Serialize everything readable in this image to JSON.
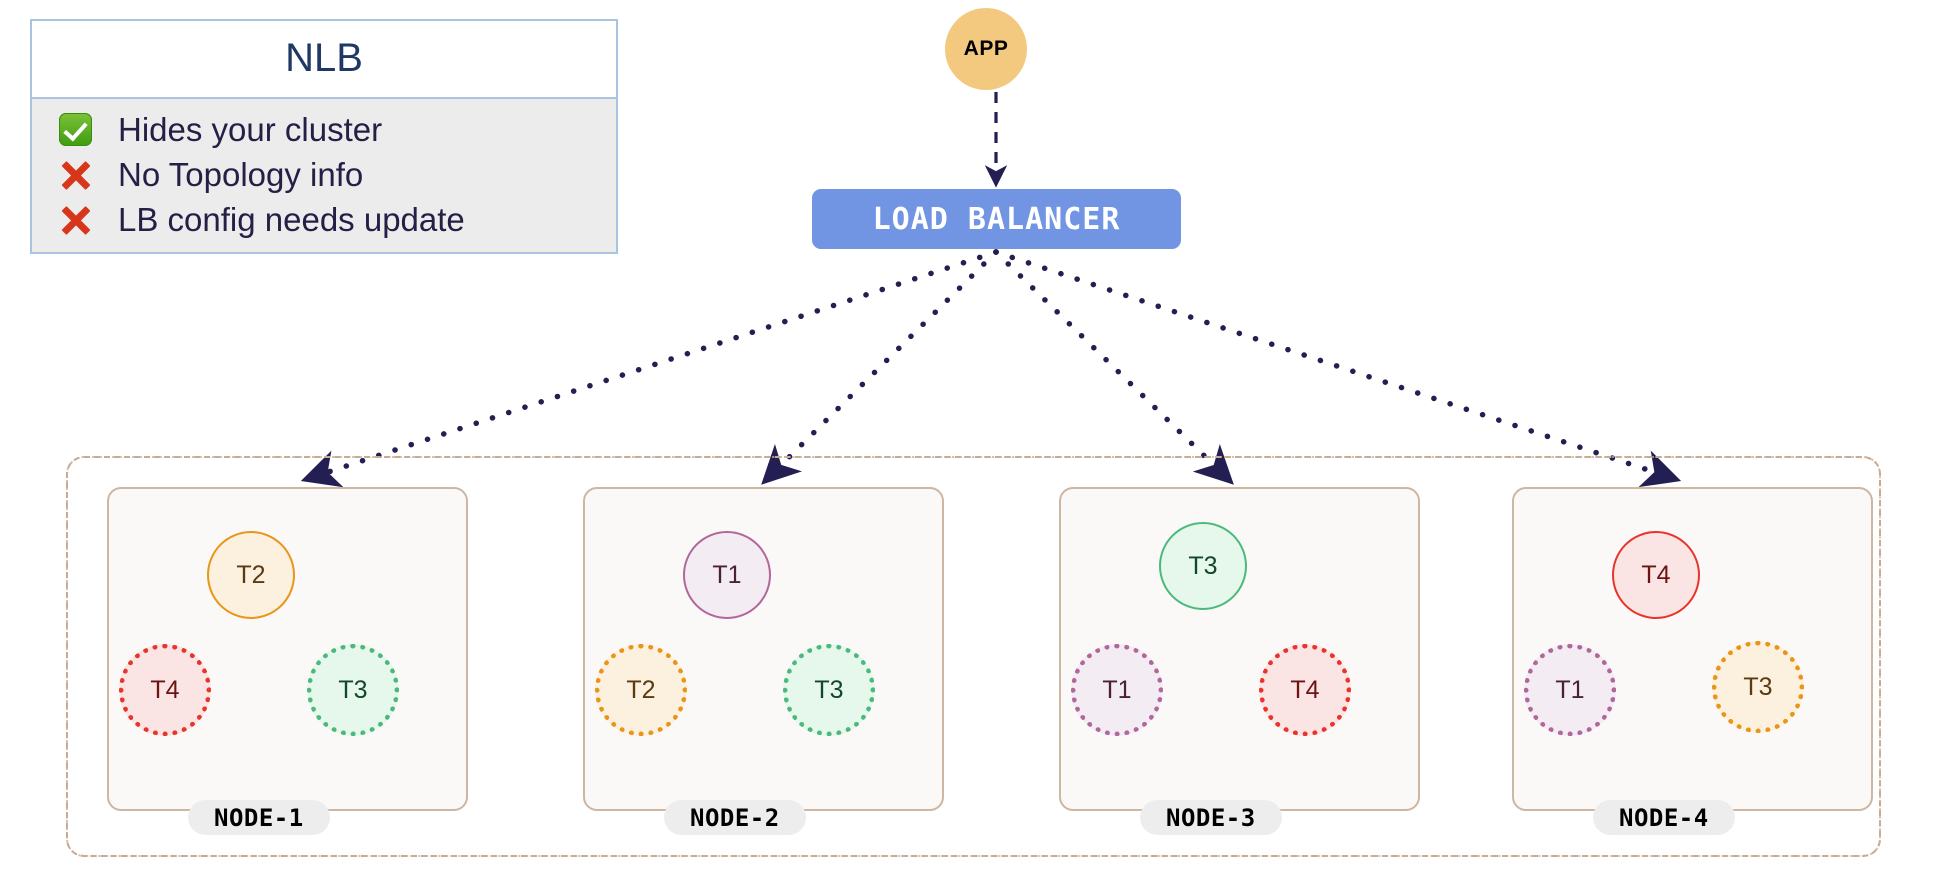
{
  "legend": {
    "title": "NLB",
    "items": [
      {
        "icon": "check-icon",
        "status": "positive",
        "label": "Hides your cluster"
      },
      {
        "icon": "cross-icon",
        "status": "negative",
        "label": "No Topology info"
      },
      {
        "icon": "cross-icon",
        "status": "negative",
        "label": "LB config needs update"
      }
    ]
  },
  "app": {
    "label": "APP"
  },
  "load_balancer": {
    "label": "LOAD  BALANCER"
  },
  "cluster": {
    "nodes": [
      {
        "badge": "NODE-1",
        "primary": {
          "label": "T2",
          "color": "orange"
        },
        "replicas": [
          {
            "label": "T4",
            "color": "red"
          },
          {
            "label": "T3",
            "color": "green"
          }
        ]
      },
      {
        "badge": "NODE-2",
        "primary": {
          "label": "T1",
          "color": "purple"
        },
        "replicas": [
          {
            "label": "T2",
            "color": "orange"
          },
          {
            "label": "T3",
            "color": "green"
          }
        ]
      },
      {
        "badge": "NODE-3",
        "primary": {
          "label": "T3",
          "color": "green"
        },
        "replicas": [
          {
            "label": "T1",
            "color": "purple"
          },
          {
            "label": "T4",
            "color": "red"
          }
        ]
      },
      {
        "badge": "NODE-4",
        "primary": {
          "label": "T4",
          "color": "red"
        },
        "replicas": [
          {
            "label": "T1",
            "color": "purple"
          },
          {
            "label": "T3",
            "color": "orange"
          }
        ]
      }
    ]
  },
  "colors": {
    "app_fill": "#f3c97f",
    "lb_fill": "#7195e2",
    "edge": "#231f53",
    "cluster_border": "#c9ab93",
    "node_border": "#cdb6a2",
    "node_fill": "#fbf9f7",
    "legend_border": "#a8c4e0",
    "legend_body": "#ececec",
    "title_text": "#1f3864",
    "badge_fill": "#ededed",
    "check_green": "#3f9c10",
    "cross_red": "#d8361b"
  }
}
